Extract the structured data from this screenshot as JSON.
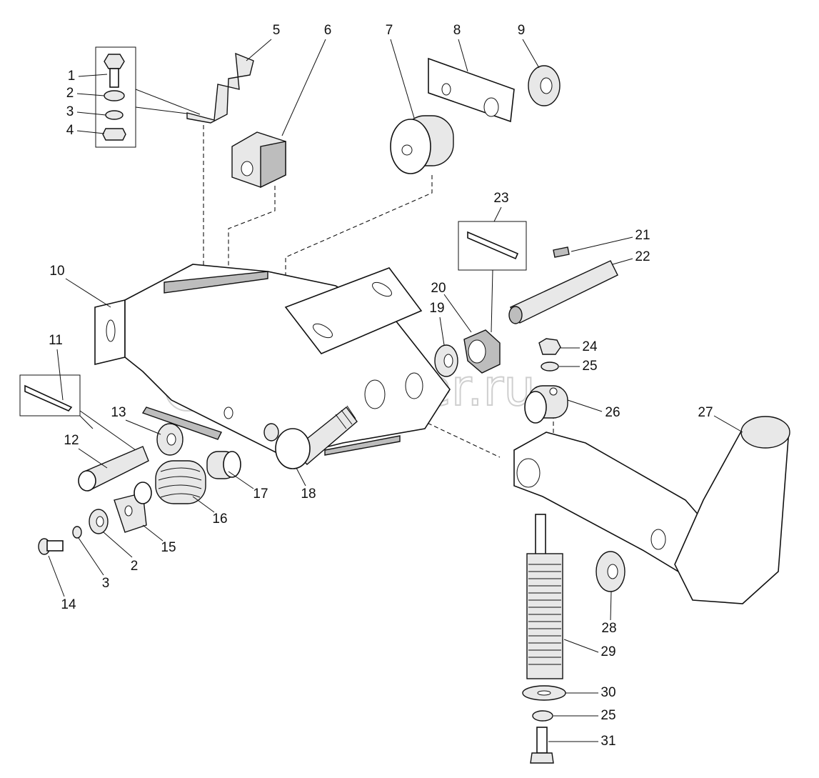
{
  "watermark": "autopiter.ru",
  "callouts": [
    "1",
    "2",
    "3",
    "4",
    "5",
    "6",
    "7",
    "8",
    "9",
    "10",
    "11",
    "12",
    "13",
    "14",
    "2",
    "3",
    "15",
    "16",
    "17",
    "18",
    "19",
    "20",
    "23",
    "21",
    "22",
    "24",
    "25",
    "26",
    "27",
    "28",
    "29",
    "30",
    "25",
    "31"
  ]
}
